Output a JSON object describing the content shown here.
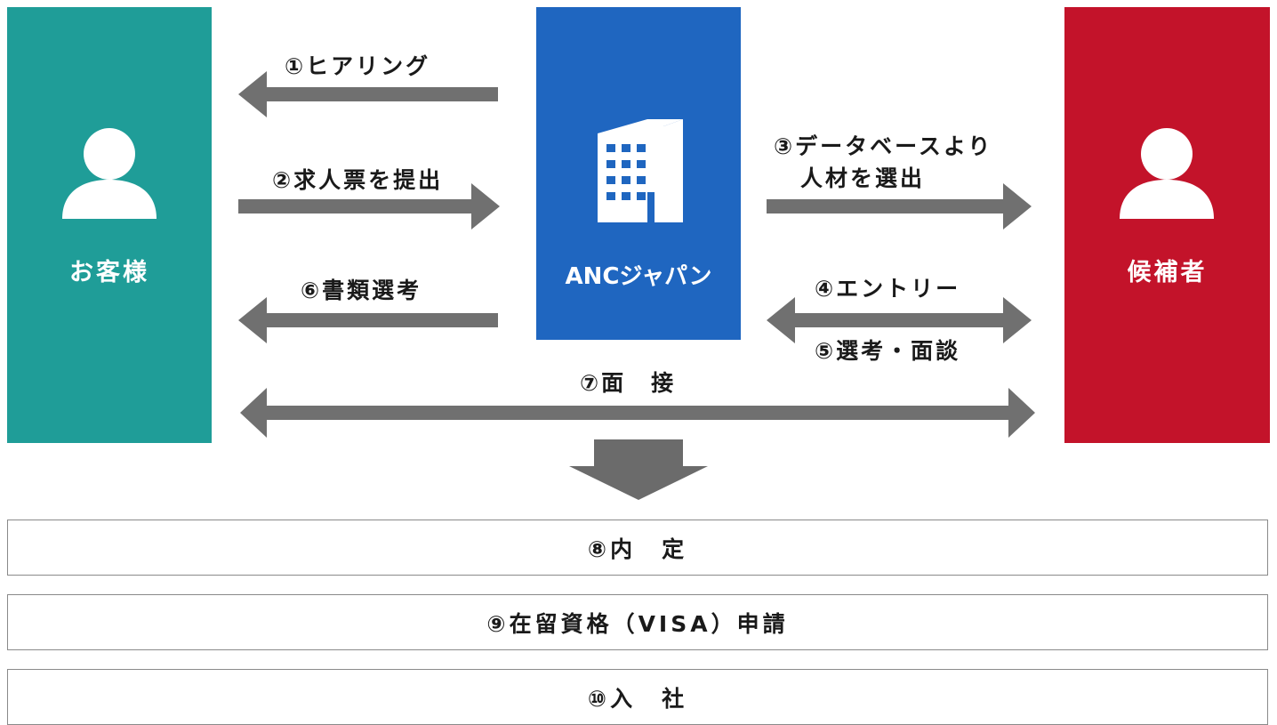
{
  "colors": {
    "customer": "#1f9d98",
    "anc": "#1f66c0",
    "candidate": "#c3132a",
    "arrow": "#707070"
  },
  "boxes": {
    "customer": {
      "label": "お客様",
      "icon": "person-icon"
    },
    "anc": {
      "label": "ANCジャパン",
      "icon": "building-icon"
    },
    "candidate": {
      "label": "候補者",
      "icon": "person-icon"
    }
  },
  "steps": {
    "s1": "①ヒアリング",
    "s2": "②求人票を提出",
    "s3_line1": "③データベースより",
    "s3_line2": "人材を選出",
    "s4": "④エントリー",
    "s5": "⑤選考・面談",
    "s6": "⑥書類選考",
    "s7": "⑦面　接"
  },
  "stages": [
    {
      "label": "⑧内　定"
    },
    {
      "label": "⑨在留資格（VISA）申請"
    },
    {
      "label": "⑩入　社"
    }
  ]
}
